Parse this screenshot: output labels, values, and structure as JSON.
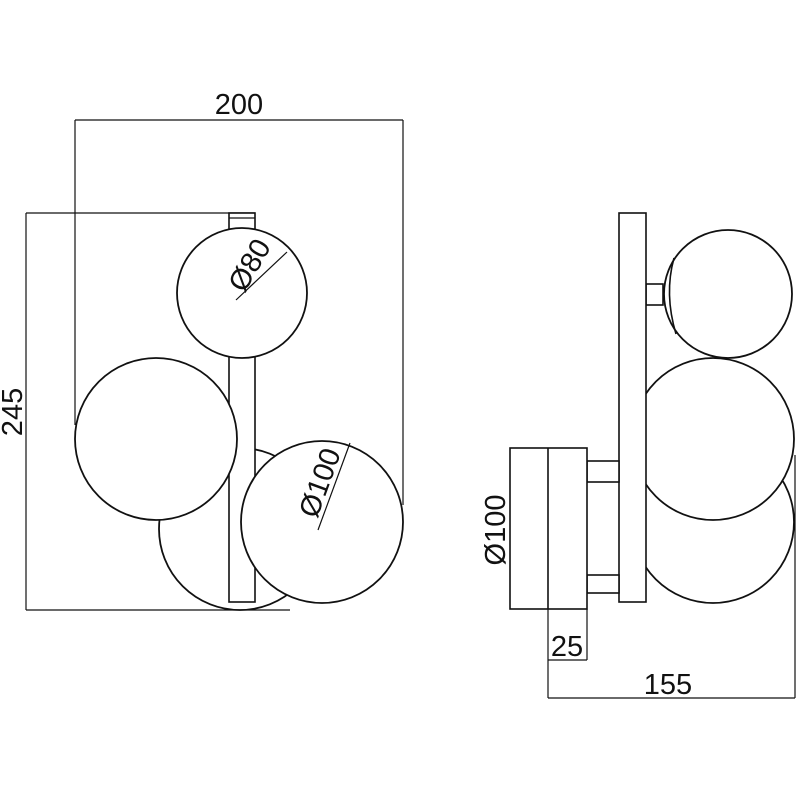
{
  "front_view": {
    "width_label": "200",
    "height_label": "245",
    "small_globe_label": "Ø80",
    "large_globe_label": "Ø100"
  },
  "side_view": {
    "canopy_diameter_label": "Ø100",
    "canopy_depth_label": "25",
    "depth_label": "155"
  }
}
